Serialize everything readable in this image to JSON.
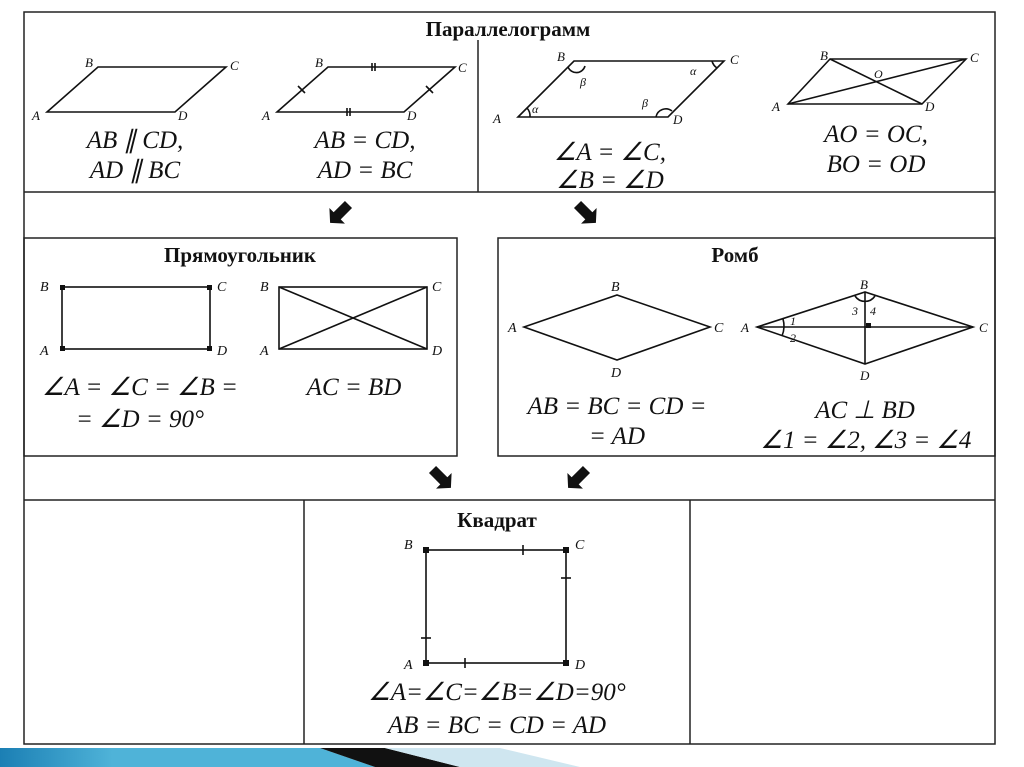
{
  "titles": {
    "parallelogram": "Параллелограмм",
    "rectangle": "Прямоугольник",
    "rhombus": "Ромб",
    "square": "Квадрат"
  },
  "labels": {
    "A": "A",
    "B": "B",
    "C": "C",
    "D": "D",
    "O": "O",
    "alpha": "α",
    "beta": "β",
    "n1": "1",
    "n2": "2",
    "n3": "3",
    "n4": "4"
  },
  "parallelogram": {
    "f1a": "AB ∥ CD,",
    "f1b": "AD ∥ BC",
    "f2a": "AB = CD,",
    "f2b": "AD = BC",
    "f3a": "∠A = ∠C,",
    "f3b": "∠B = ∠D",
    "f4a": "AO = OC,",
    "f4b": "BO = OD"
  },
  "rectangle": {
    "f1a": "∠A = ∠C = ∠B =",
    "f1b": "= ∠D = 90°",
    "f2": "AC = BD"
  },
  "rhombus": {
    "f1a": "AB = BC = CD =",
    "f1b": "= AD",
    "f2a": "AC ⊥ BD",
    "f2b": "∠1 = ∠2, ∠3 = ∠4"
  },
  "square": {
    "f1": "∠A=∠C=∠B=∠D=90°",
    "f2": "AB = BC = CD = AD"
  },
  "colors": {
    "bar": "#3aa6d0",
    "bar_light": "#cfe6f0"
  }
}
